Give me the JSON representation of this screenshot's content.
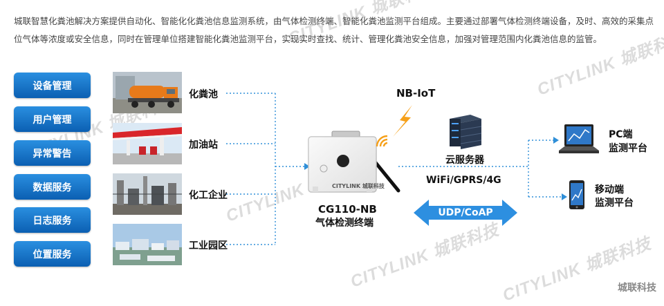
{
  "intro_text": "城联智慧化粪池解决方案提供自动化、智能化化粪池信息监测系统，由气体检测终端、智能化粪池监测平台组成。主要通过部署气体检测终端设备，及时、高效的采集点位气体等浓度或安全信息，同时在管理单位搭建智能化粪池监测平台，实现实时查找、统计、管理化粪池安全信息，加强对管理范围内化粪池信息的监管。",
  "menu": [
    "设备管理",
    "用户管理",
    "异常警告",
    "数据服务",
    "日志服务",
    "位置服务"
  ],
  "sites": [
    "化粪池",
    "加油站",
    "化工企业",
    "工业园区"
  ],
  "device": {
    "brand": "CITYLINK 城联科技",
    "model": "CG110-NB",
    "name": "气体检测终端"
  },
  "network": {
    "nbiot": "NB-IoT",
    "cloud": "云服务器",
    "wifi": "WiFi/GPRS/4G",
    "protocol": "UDP/CoAP"
  },
  "endpoints": {
    "pc": [
      "PC端",
      "监测平台"
    ],
    "mobile": [
      "移动端",
      "监测平台"
    ]
  },
  "watermark": "CITYLINK 城联科技",
  "brand": "城联科技",
  "colors": {
    "button": "#1b7fd6",
    "line": "#2f8fd8",
    "arrow": "#2d8fe0",
    "lightning": "#f6a019"
  }
}
